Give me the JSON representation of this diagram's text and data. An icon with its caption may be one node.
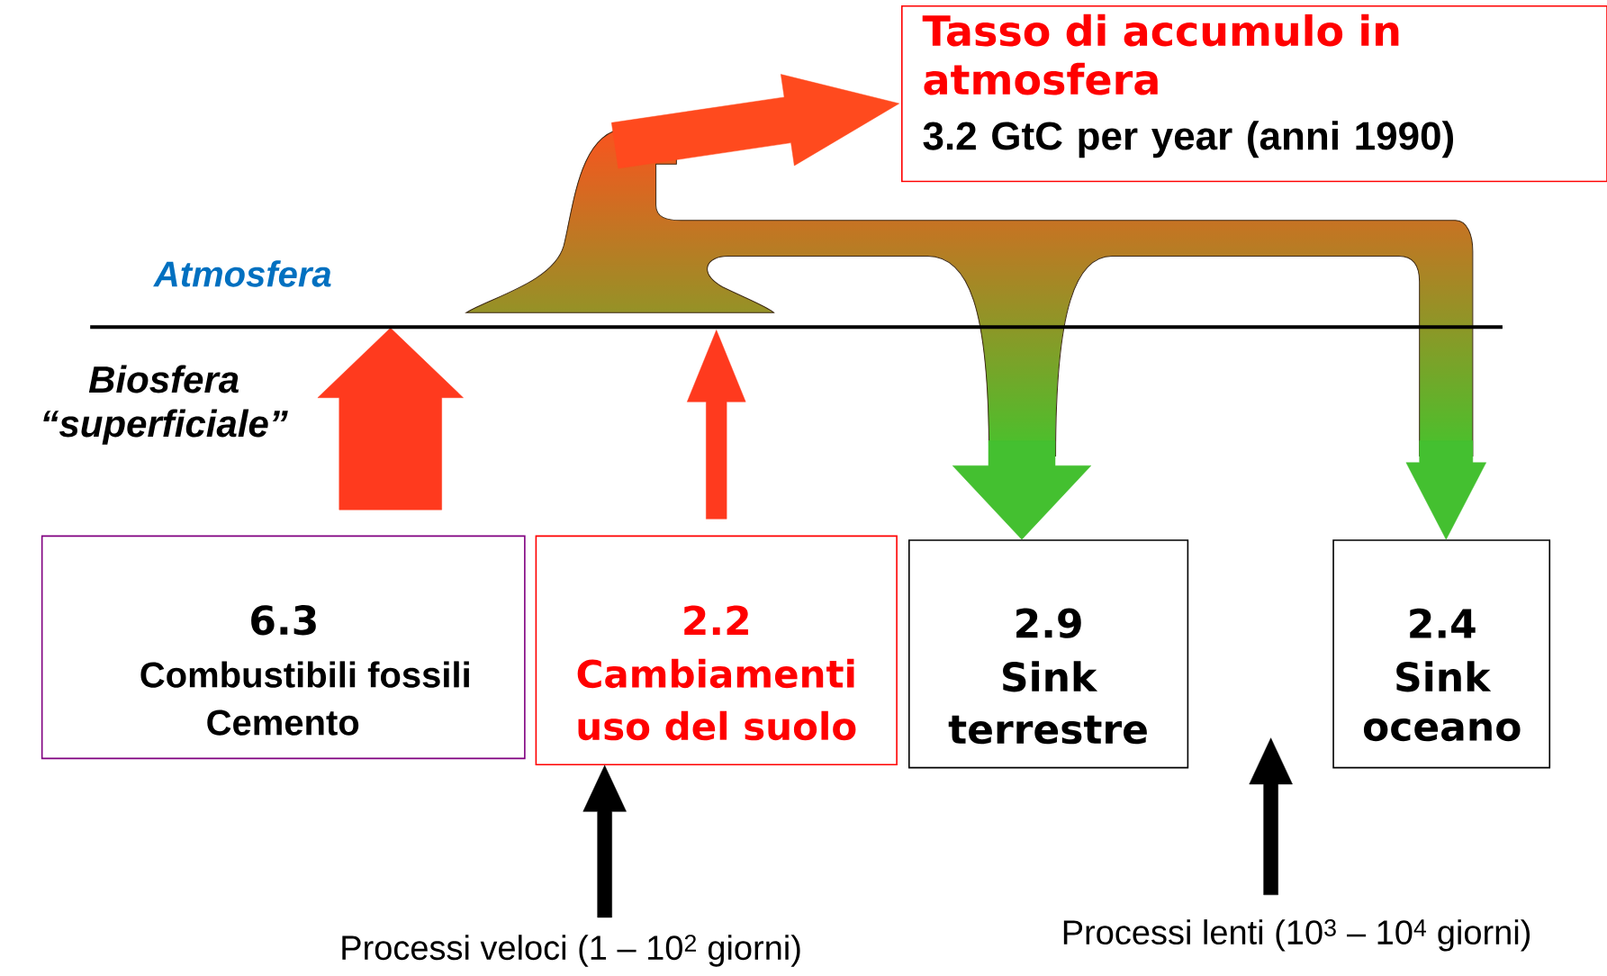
{
  "diagram": {
    "nodes": [
      {
        "text": [
          "Tasso di accumulo in atmosfera",
          "3.2 GtC per year (anni 1990)"
        ]
      },
      {
        "text": [
          "6.3",
          "Combustibili fossili",
          "Cemento"
        ]
      },
      {
        "text": [
          "2.2",
          "Cambiamenti",
          "uso del suolo"
        ]
      },
      {
        "text": [
          "2.9",
          "Sink",
          "terrestre"
        ]
      },
      {
        "text": [
          "2.4",
          "Sink",
          "oceano"
        ]
      },
      {
        "text": [
          "Processi veloci (1 – 10$^{2}$ giorni)"
        ]
      },
      {
        "text": [
          "Processi lenti (10$^{3}$ – 10$^{4}$ giorni)"
        ]
      }
    ],
    "edges": [
      {
        "from": 1,
        "to": null,
        "arrow": "to",
        "style": "thick",
        "color": "#ff3a1e"
      },
      {
        "from": 2,
        "to": null,
        "arrow": "to",
        "style": "thick",
        "color": "#ff3a1e"
      },
      {
        "from": null,
        "to": 0,
        "arrow": "to",
        "style": "thick",
        "color": "#ff4a1e"
      },
      {
        "from": null,
        "to": 3,
        "arrow": "to",
        "style": "thick",
        "color": "#44c030"
      },
      {
        "from": null,
        "to": 4,
        "arrow": "to",
        "style": "thick",
        "color": "#44c030"
      },
      {
        "from": 5,
        "to": 2,
        "arrow": "to",
        "color": "#000000"
      },
      {
        "from": 6,
        "to": null,
        "arrow": "to",
        "color": "#000000"
      }
    ],
    "labels": [
      "Atmosfera",
      "Biosfera “superficiale”"
    ]
  }
}
